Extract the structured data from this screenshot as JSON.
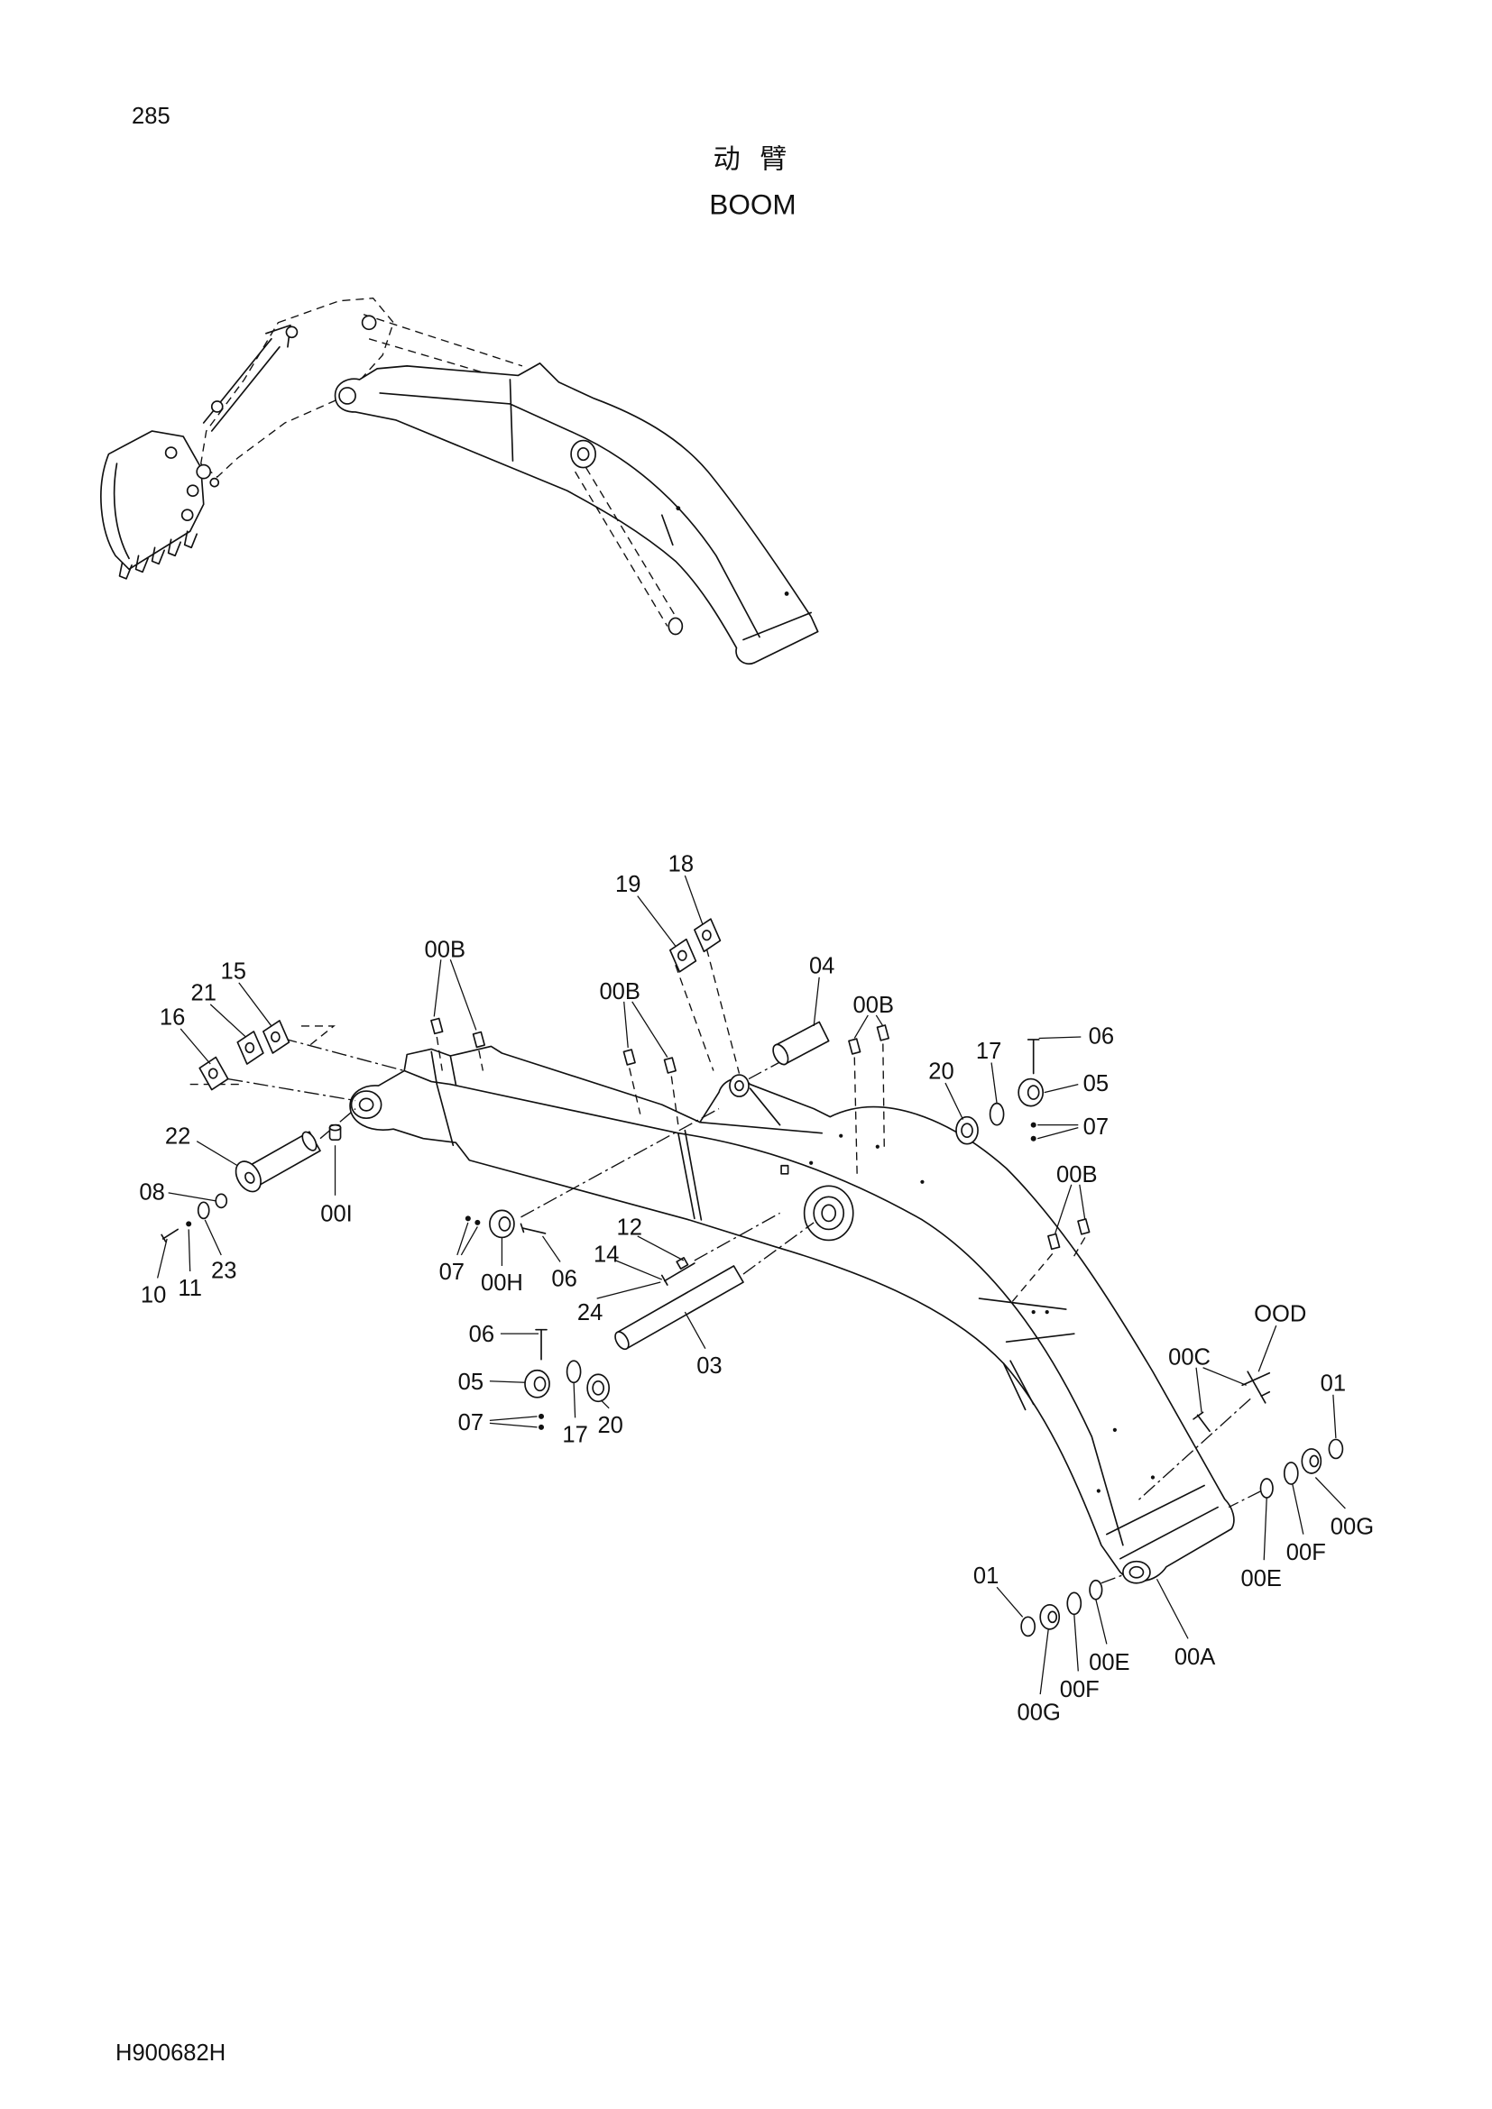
{
  "page": {
    "page_number": "285",
    "title_cn": "动 臂",
    "title_en": "BOOM",
    "drawing_number": "H900682H"
  },
  "callouts": [
    "18",
    "19",
    "15",
    "21",
    "16",
    "00B",
    "00B",
    "04",
    "00B",
    "17",
    "06",
    "20",
    "05",
    "07",
    "22",
    "00B",
    "08",
    "00I",
    "12",
    "14",
    "07",
    "00H",
    "06",
    "23",
    "10",
    "11",
    "24",
    "OOD",
    "06",
    "00C",
    "03",
    "01",
    "05",
    "07",
    "17",
    "20",
    "00G",
    "00F",
    "00E",
    "01",
    "00E",
    "00A",
    "00F",
    "00G"
  ]
}
